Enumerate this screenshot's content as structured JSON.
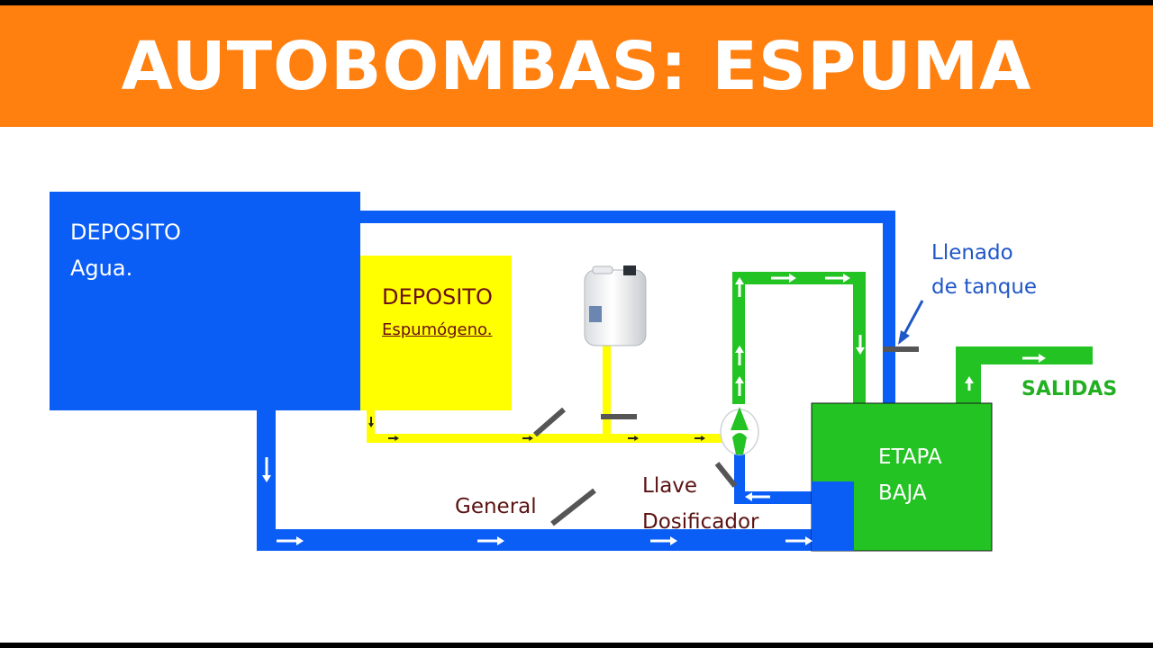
{
  "title": "AUTOBOMBAS: ESPUMA",
  "colors": {
    "banner": "#ff7f0f",
    "water": "#0a5df5",
    "foam_concentrate": "#ffff00",
    "foam_solution": "#22c322",
    "valve": "#555555",
    "label_dark": "#6b0f14",
    "label_blue": "#1f57c7",
    "salidas": "#22b022"
  },
  "labels": {
    "deposito_agua_1": "DEPOSITO",
    "deposito_agua_2": "Agua.",
    "deposito_esp_1": "DEPOSITO",
    "deposito_esp_2": "Espumógeno.",
    "llenado_1": "Llenado",
    "llenado_2": "de tanque",
    "salidas": "SALIDAS",
    "etapa_1": "ETAPA",
    "etapa_2": "BAJA",
    "general": "General",
    "llave_1": "Llave",
    "llave_2": "Dosificador"
  },
  "icons": [
    "foam-jerrycan-icon",
    "flow-arrow-icon",
    "inductor-venturi-icon",
    "valve-handle-icon"
  ]
}
